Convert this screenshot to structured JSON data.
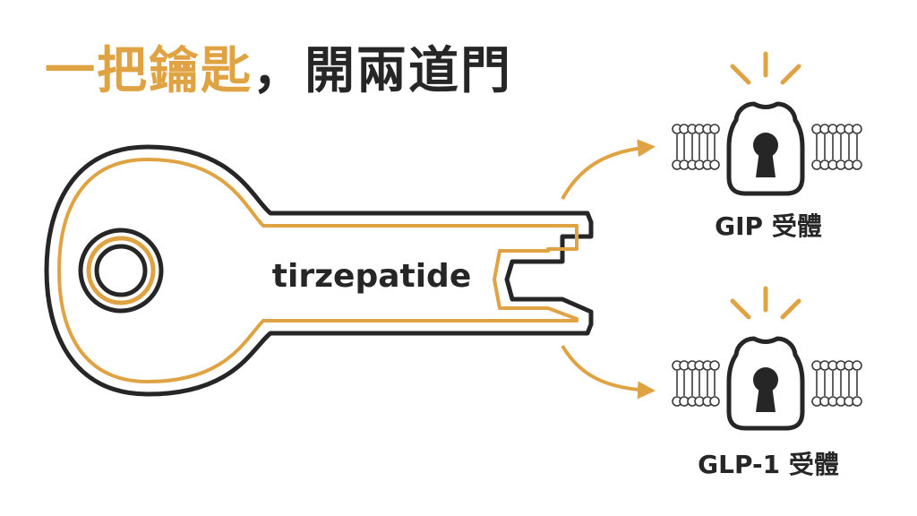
{
  "title": {
    "highlight": "一把鑰匙",
    "rest": "，開兩道門"
  },
  "key": {
    "label": "tirzepatide"
  },
  "receptors": [
    {
      "label": "GIP 受體"
    },
    {
      "label": "GLP-1 受體"
    }
  ],
  "colors": {
    "accent": "#e0a343",
    "outline": "#262626",
    "lipid": "#3a3a3a",
    "background": "#ffffff"
  },
  "icons": [
    "key-icon",
    "lock-receptor-icon",
    "keyhole-icon",
    "arrow-icon",
    "glow-ray-icon"
  ]
}
